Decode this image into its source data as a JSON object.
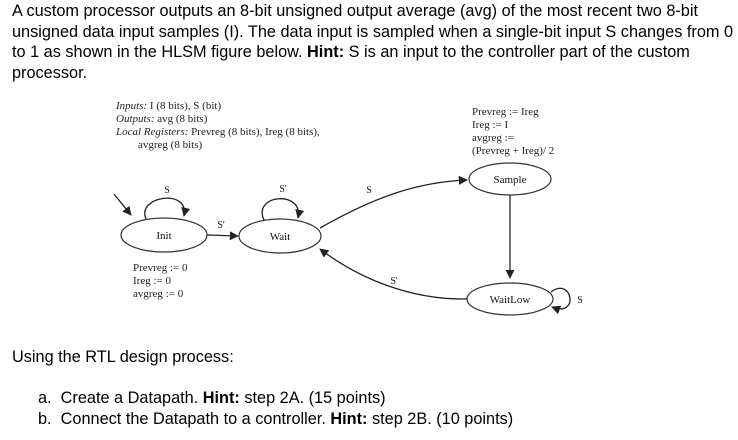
{
  "intro": {
    "part1": "A custom processor outputs an 8-bit unsigned output average (avg) of the most recent two 8-bit unsigned data input samples (I).  The data input is sampled when a single-bit input S changes from 0 to 1 as shown in the HLSM figure below. ",
    "hint_label": "Hint:",
    "part2": " S is an input to the controller part of the custom processor."
  },
  "hlsm": {
    "header": {
      "inputs_label": "Inputs:",
      "inputs_value": "I (8 bits), S (bit)",
      "outputs_label": "Outputs:",
      "outputs_value": "avg (8 bits)",
      "locals_label": "Local Registers:",
      "locals_value": "Prevreg (8 bits), Ireg (8 bits),",
      "locals_value2": "avgreg (8 bits)"
    },
    "states": {
      "init": "Init",
      "wait": "Wait",
      "sample": "Sample",
      "waitlow": "WaitLow"
    },
    "transitions": {
      "init_self": "S",
      "init_to_wait": "S'",
      "wait_self": "S'",
      "wait_to_sample": "S",
      "waitlow_to_wait": "S'",
      "waitlow_self": "S"
    },
    "init_actions": [
      "Prevreg := 0",
      "Ireg := 0",
      "avgreg := 0"
    ],
    "sample_actions": [
      "Prevreg := Ireg",
      "Ireg := I",
      "avgreg :=",
      "(Prevreg + Ireg)/ 2"
    ]
  },
  "rtl_prompt": "Using the RTL design process:",
  "tasks": [
    {
      "letter": "a.",
      "text_before": "Create a Datapath. ",
      "hint": "Hint:",
      "text_after": " step 2A. (15 points)"
    },
    {
      "letter": "b.",
      "text_before": "Connect the Datapath to a controller. ",
      "hint": "Hint:",
      "text_after": " step 2B. (10 points)"
    }
  ]
}
